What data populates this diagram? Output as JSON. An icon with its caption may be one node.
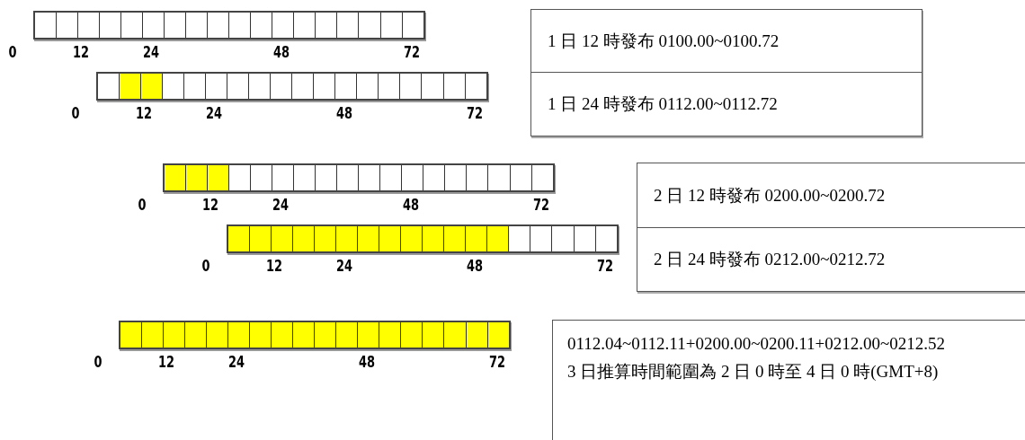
{
  "diagram": {
    "nodes": [
      {
        "text": [],
        "shape": "bar"
      },
      {
        "text": [],
        "shape": "bar"
      },
      {
        "text": [],
        "shape": "bar"
      },
      {
        "text": [],
        "shape": "bar"
      },
      {
        "text": [],
        "shape": "bar"
      },
      {
        "text": [
          "1 日 12 時發布 0100.00~0100.72"
        ]
      },
      {
        "text": [
          "1 日 24 時發布 0112.00~0112.72"
        ]
      },
      {
        "text": [
          "2 日 12 時發布 0200.00~0200.72"
        ]
      },
      {
        "text": [
          "2 日 24 時發布 0212.00~0212.72"
        ]
      },
      {
        "text": [
          "0112.04~0112.11+0200.00~0200.11+0212.00~0212.52",
          "3 日推算時間範圍為 2 日 0 時至 4 日 0 時(GMT+8)"
        ]
      }
    ],
    "labels": [
      "0",
      "12",
      "24",
      "48",
      "72",
      "0",
      "12",
      "24",
      "48",
      "72",
      "0",
      "12",
      "24",
      "48",
      "72",
      "0",
      "12",
      "24",
      "48",
      "72",
      "0",
      "12",
      "24",
      "48",
      "72"
    ]
  }
}
